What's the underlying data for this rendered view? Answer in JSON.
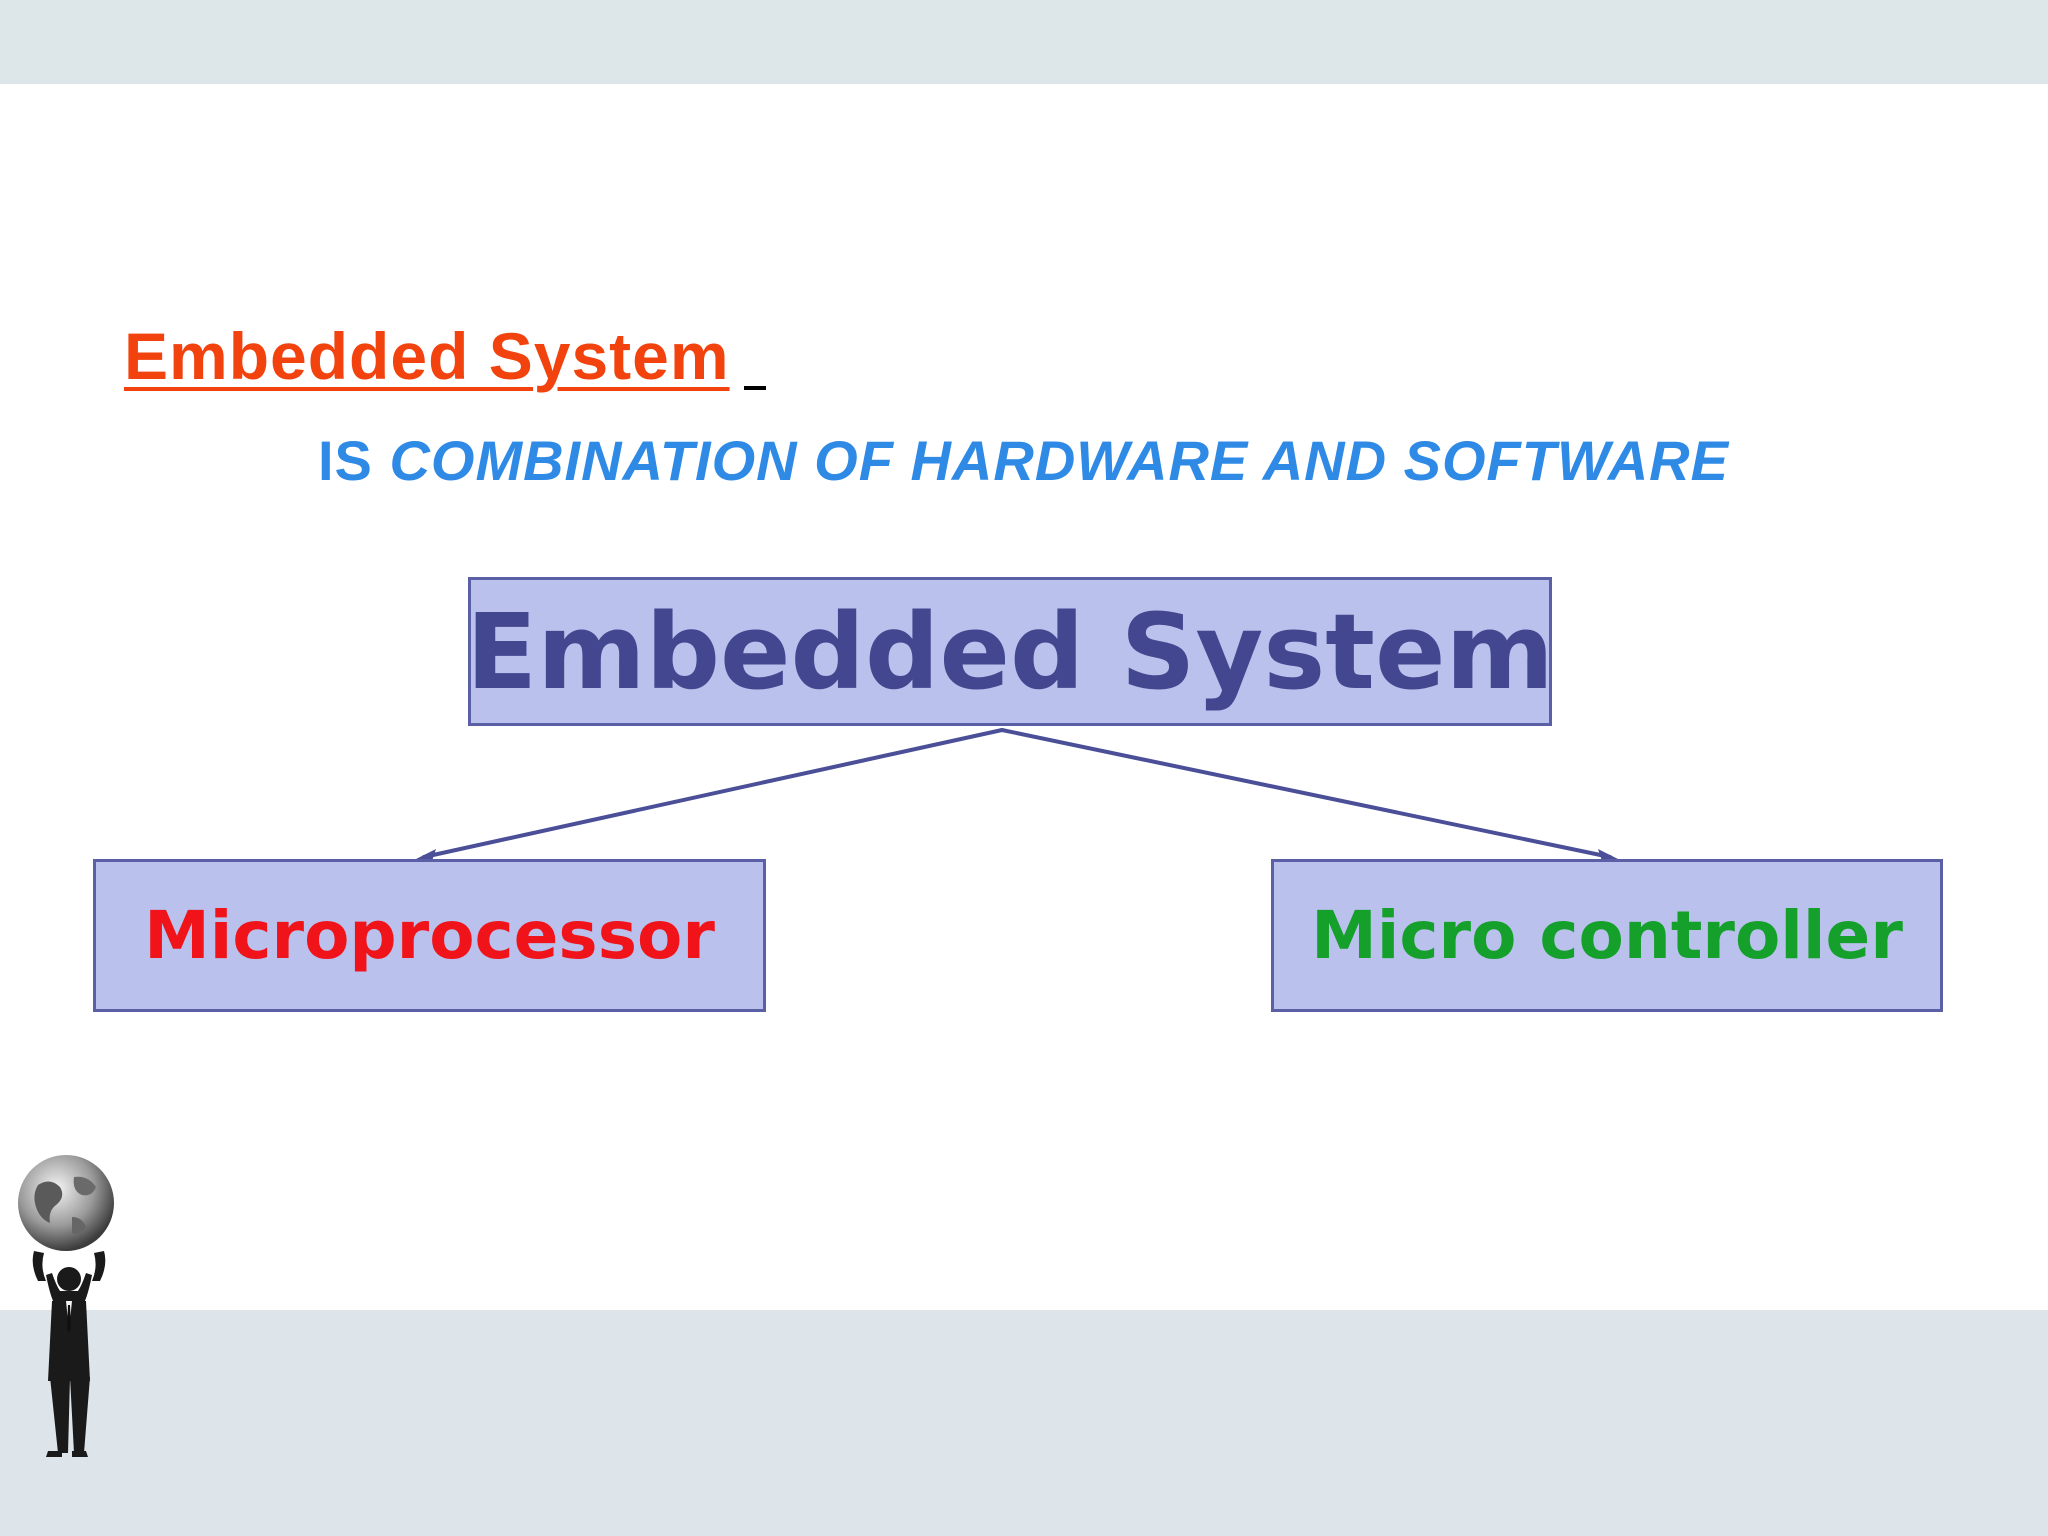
{
  "slide": {
    "heading": "Embedded System",
    "subtitle_lead": "IS ",
    "subtitle_rest": "COMBINATION   OF  HARDWARE  AND     SOFTWARE"
  },
  "diagram": {
    "root": "Embedded System",
    "children": [
      "Microprocessor",
      "Micro controller"
    ]
  },
  "colors": {
    "heading": "#f2430f",
    "subtitle": "#2f8ae6",
    "box_fill": "#b9c1ec",
    "box_border": "#5a5fa6",
    "root_text": "#434790",
    "left_text": "#f0141a",
    "right_text": "#14a02a"
  },
  "icons": [
    "globe-icon",
    "businessman-figure"
  ]
}
